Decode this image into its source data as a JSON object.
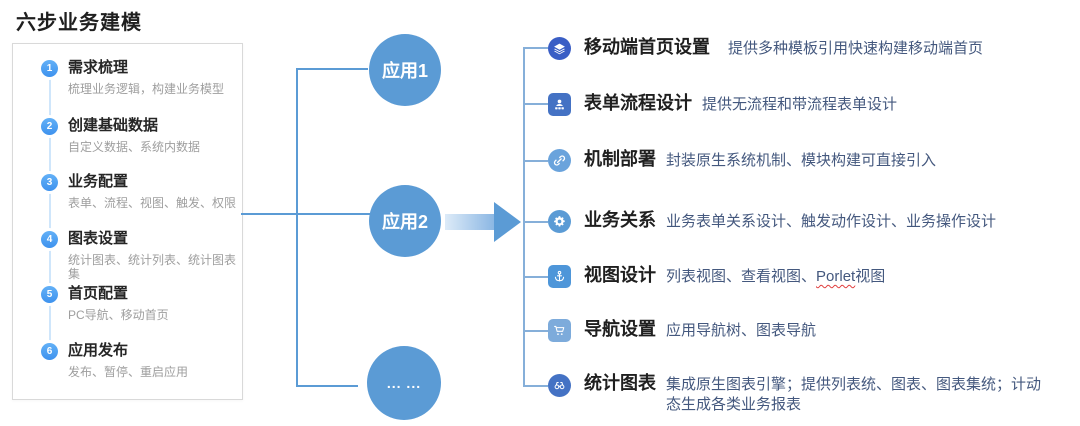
{
  "title": "六步业务建模",
  "sidebar": {
    "steps": [
      {
        "num": "1",
        "title": "需求梳理",
        "desc": "梳理业务逻辑，构建业务模型"
      },
      {
        "num": "2",
        "title": "创建基础数据",
        "desc": "自定义数据、系统内数据"
      },
      {
        "num": "3",
        "title": "业务配置",
        "desc": "表单、流程、视图、触发、权限"
      },
      {
        "num": "4",
        "title": "图表设置",
        "desc": "统计图表、统计列表、统计图表集"
      },
      {
        "num": "5",
        "title": "首页配置",
        "desc": "PC导航、移动首页"
      },
      {
        "num": "6",
        "title": "应用发布",
        "desc": "发布、暂停、重启应用"
      }
    ]
  },
  "apps": {
    "app1": "应用1",
    "app2": "应用2",
    "more": "... ..."
  },
  "features": [
    {
      "icon": "layers-icon",
      "icon_color": "#3a5ec5",
      "title": "移动端首页设置",
      "desc": "提供多种模板引用快速构建移动端首页"
    },
    {
      "icon": "org-person-icon",
      "icon_color": "#4472c4",
      "title": "表单流程设计",
      "desc": "提供无流程和带流程表单设计"
    },
    {
      "icon": "link-icon",
      "icon_color": "#6aa3dc",
      "title": "机制部署",
      "desc": "封装原生系统机制、模块构建可直接引入"
    },
    {
      "icon": "gear-icon",
      "icon_color": "#5b9bd5",
      "title": "业务关系",
      "desc": "业务表单关系设计、触发动作设计、业务操作设计"
    },
    {
      "icon": "anchor-icon",
      "icon_color": "#4e96d9",
      "title": "视图设计",
      "desc_pre": "列表视图、查看视图、",
      "desc_word": "Porlet",
      "desc_post": "视图"
    },
    {
      "icon": "cart-icon",
      "icon_color": "#7dabdb",
      "title": "导航设置",
      "desc": "应用导航树、图表导航"
    },
    {
      "icon": "binoculars-icon",
      "icon_color": "#4472c4",
      "title": "统计图表",
      "desc": "集成原生图表引擎；提供列表统、图表、图表集统；计动态生成各类业务报表"
    }
  ],
  "colors": {
    "app_circle": "#5b9bd5",
    "bracket_line": "#5b9bd5",
    "tree_line": "#86afd9",
    "step_badge": "#4aa0f0",
    "feature_desc_text": "#44587e",
    "spellcheck_underline": "#e03c3c"
  }
}
